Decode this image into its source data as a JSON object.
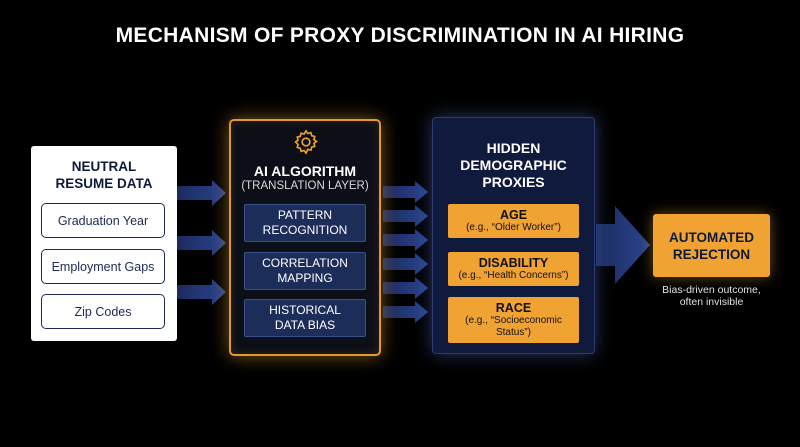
{
  "title": "MECHANISM OF PROXY DISCRIMINATION IN AI HIRING",
  "inputs": {
    "heading_line1": "NEUTRAL",
    "heading_line2": "RESUME DATA",
    "items": [
      "Graduation Year",
      "Employment Gaps",
      "Zip Codes"
    ]
  },
  "algorithm": {
    "icon": "gear-icon",
    "heading": "AI ALGORITHM",
    "subheading": "(TRANSLATION LAYER)",
    "steps": [
      {
        "line1": "PATTERN",
        "line2": "RECOGNITION"
      },
      {
        "line1": "CORRELATION",
        "line2": "MAPPING"
      },
      {
        "line1": "HISTORICAL",
        "line2": "DATA BIAS"
      }
    ]
  },
  "proxies": {
    "heading_line1": "HIDDEN",
    "heading_line2": "DEMOGRAPHIC",
    "heading_line3": "PROXIES",
    "items": [
      {
        "title": "AGE",
        "example": "(e.g., “Older Worker”)"
      },
      {
        "title": "DISABILITY",
        "example": "(e.g., “Health Concerns”)"
      },
      {
        "title": "RACE",
        "example_line1": "(e.g., “Socioeconomic",
        "example_line2": "Status”)"
      }
    ]
  },
  "outcome": {
    "line1": "AUTOMATED",
    "line2": "REJECTION",
    "caption_line1": "Bias-driven outcome,",
    "caption_line2": "often invisible"
  },
  "colors": {
    "background": "#000000",
    "navy": "#1d2d5a",
    "orange": "#f0a233",
    "orange_border": "#e39a2d",
    "proxy_panel": "#0f1a3d"
  }
}
